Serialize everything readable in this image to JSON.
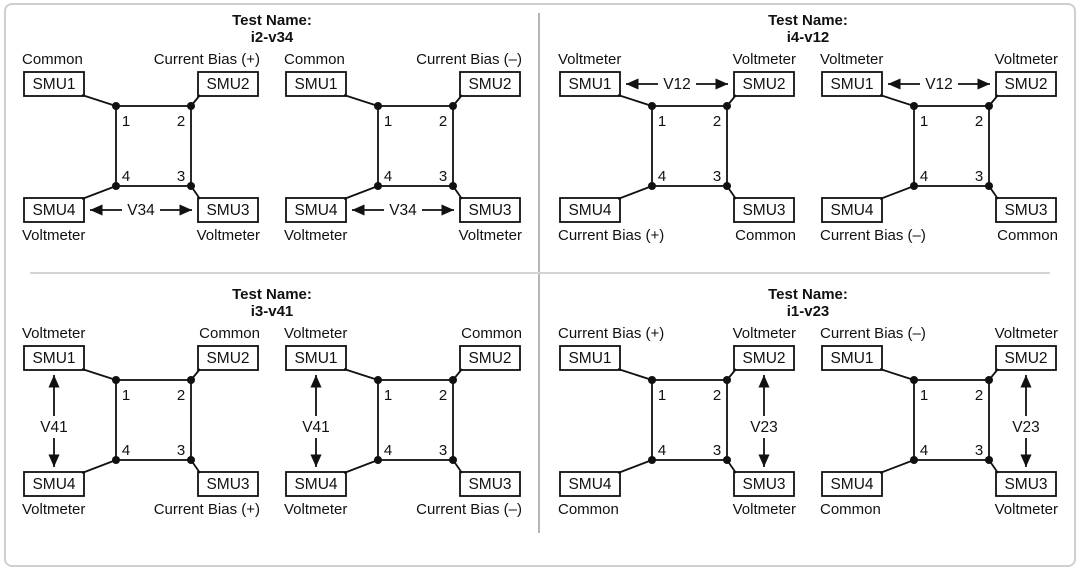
{
  "colors": {
    "line": "#111111",
    "divider": "#c8c8c8",
    "background": "#ffffff"
  },
  "smu_labels": {
    "top_left": "SMU1",
    "top_right": "SMU2",
    "bottom_left": "SMU4",
    "bottom_right": "SMU3"
  },
  "corner_numbers": {
    "top_left": "1",
    "top_right": "2",
    "bottom_left": "4",
    "bottom_right": "3"
  },
  "quadrants": [
    {
      "title_line1": "Test Name:",
      "title_line2": "i2-v34",
      "arrow_type": "horizontal-bottom",
      "diagrams": [
        {
          "top_left_role": "Common",
          "top_right_role": "Current Bias (+)",
          "bottom_left_role": "Voltmeter",
          "bottom_right_role": "Voltmeter",
          "voltage_label": "V34"
        },
        {
          "top_left_role": "Common",
          "top_right_role": "Current Bias (–)",
          "bottom_left_role": "Voltmeter",
          "bottom_right_role": "Voltmeter",
          "voltage_label": "V34"
        }
      ]
    },
    {
      "title_line1": "Test Name:",
      "title_line2": "i4-v12",
      "arrow_type": "horizontal-top",
      "diagrams": [
        {
          "top_left_role": "Voltmeter",
          "top_right_role": "Voltmeter",
          "bottom_left_role": "Current Bias (+)",
          "bottom_right_role": "Common",
          "voltage_label": "V12"
        },
        {
          "top_left_role": "Voltmeter",
          "top_right_role": "Voltmeter",
          "bottom_left_role": "Current Bias (–)",
          "bottom_right_role": "Common",
          "voltage_label": "V12"
        }
      ]
    },
    {
      "title_line1": "Test Name:",
      "title_line2": "i3-v41",
      "arrow_type": "vertical-left",
      "diagrams": [
        {
          "top_left_role": "Voltmeter",
          "top_right_role": "Common",
          "bottom_left_role": "Voltmeter",
          "bottom_right_role": "Current Bias (+)",
          "voltage_label": "V41"
        },
        {
          "top_left_role": "Voltmeter",
          "top_right_role": "Common",
          "bottom_left_role": "Voltmeter",
          "bottom_right_role": "Current Bias (–)",
          "voltage_label": "V41"
        }
      ]
    },
    {
      "title_line1": "Test Name:",
      "title_line2": "i1-v23",
      "arrow_type": "vertical-right",
      "diagrams": [
        {
          "top_left_role": "Current Bias (+)",
          "top_right_role": "Voltmeter",
          "bottom_left_role": "Common",
          "bottom_right_role": "Voltmeter",
          "voltage_label": "V23"
        },
        {
          "top_left_role": "Current Bias (–)",
          "top_right_role": "Voltmeter",
          "bottom_left_role": "Common",
          "bottom_right_role": "Voltmeter",
          "voltage_label": "V23"
        }
      ]
    }
  ]
}
